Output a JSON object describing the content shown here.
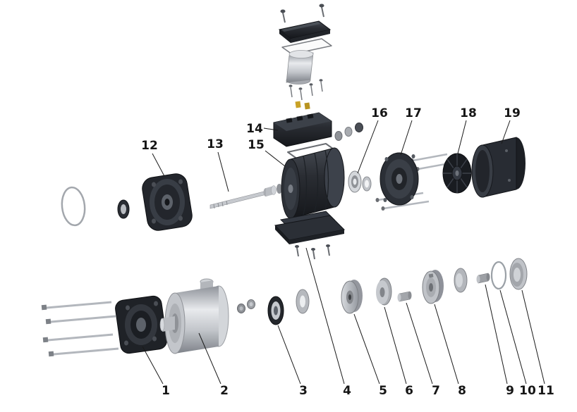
{
  "figure": {
    "type": "exploded-parts-diagram",
    "background_color": "#ffffff",
    "label_color": "#161616",
    "callouts": [
      {
        "text": "1"
      },
      {
        "text": "2"
      },
      {
        "text": "3"
      },
      {
        "text": "4"
      },
      {
        "text": "5"
      },
      {
        "text": "6"
      },
      {
        "text": "7"
      },
      {
        "text": "8"
      },
      {
        "text": "9"
      },
      {
        "text": "10"
      },
      {
        "text": "11"
      },
      {
        "text": "12"
      },
      {
        "text": "13"
      },
      {
        "text": "14"
      },
      {
        "text": "15"
      },
      {
        "text": "16"
      },
      {
        "text": "17"
      },
      {
        "text": "18"
      },
      {
        "text": "19"
      }
    ]
  }
}
